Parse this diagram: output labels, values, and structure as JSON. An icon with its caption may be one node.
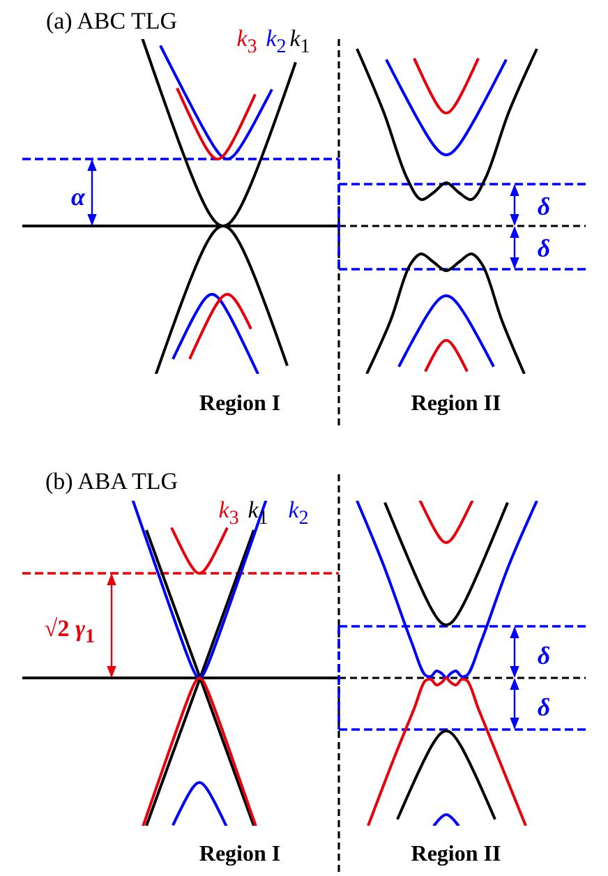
{
  "diagram": {
    "labels": [
      "(a) ABC TLG",
      "*k*$_{3}$",
      "*k*$_{2}$",
      "*k*$_{1}$",
      "*α*",
      "*δ*",
      "*δ*",
      "Region I",
      "Region II",
      "(b) ABA TLG",
      "*k*$_{3}$",
      "*k*$_{1}$",
      "*k*$_{2}$",
      "√2 *γ*$_{1}$",
      "*δ*",
      "*δ*",
      "Region I",
      "Region II"
    ]
  }
}
